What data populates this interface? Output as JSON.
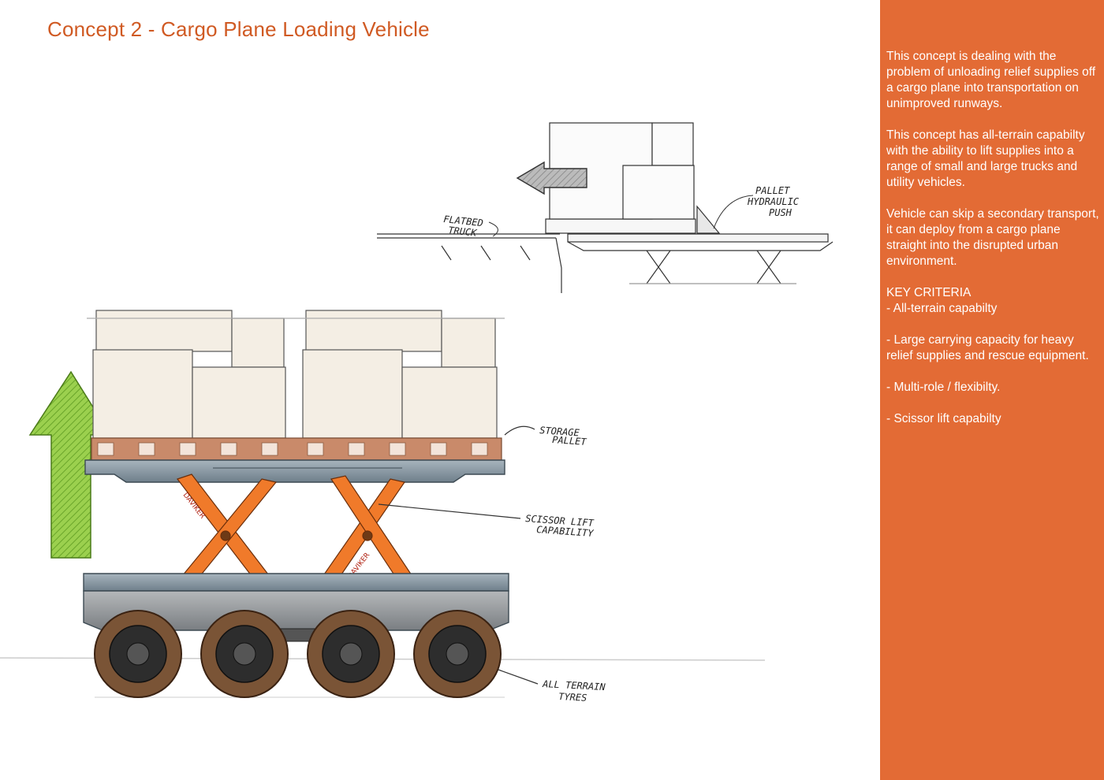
{
  "title": "Concept 2 - Cargo Plane Loading Vehicle",
  "description": {
    "paragraphs": [
      "This concept is dealing with the problem of unloading relief supplies off a cargo plane into transportation on unimproved runways.",
      "This concept has all-terrain capabilty with the ability to lift supplies into a range of small and large trucks and utility vehicles.",
      "Vehicle can skip a secondary transport, it can deploy from a cargo plane straight into the disrupted urban environment."
    ],
    "key_criteria_heading": "KEY CRITERIA",
    "key_criteria": [
      "- All-terrain capabilty",
      "- Large carrying capacity for heavy relief supplies and rescue equipment.",
      "- Multi-role / flexibilty.",
      "- Scissor lift capabilty"
    ]
  },
  "annotations": {
    "flatbed_truck_line1": "FLATBED",
    "flatbed_truck_line2": "TRUCK",
    "pallet_push_line1": "PALLET",
    "pallet_push_line2": "HYDRAULIC",
    "pallet_push_line3": "PUSH",
    "storage_pallet_line1": "STORAGE",
    "storage_pallet_line2": "PALLET",
    "scissor_lift_line1": "SCISSOR LIFT",
    "scissor_lift_line2": "CAPABILITY",
    "all_terrain_line1": "ALL TERRAIN",
    "all_terrain_line2": "TYRES",
    "lift_arm_brand": "DAVIKER"
  },
  "colors": {
    "accent": "#e36b35",
    "title": "#d05a23",
    "lift_arrow": "#8cc63f",
    "scissor": "#f07a2a",
    "deck": "#8a9aa6",
    "box": "#f4eee4"
  },
  "icons": [
    "up-arrow-icon",
    "left-arrow-icon"
  ]
}
